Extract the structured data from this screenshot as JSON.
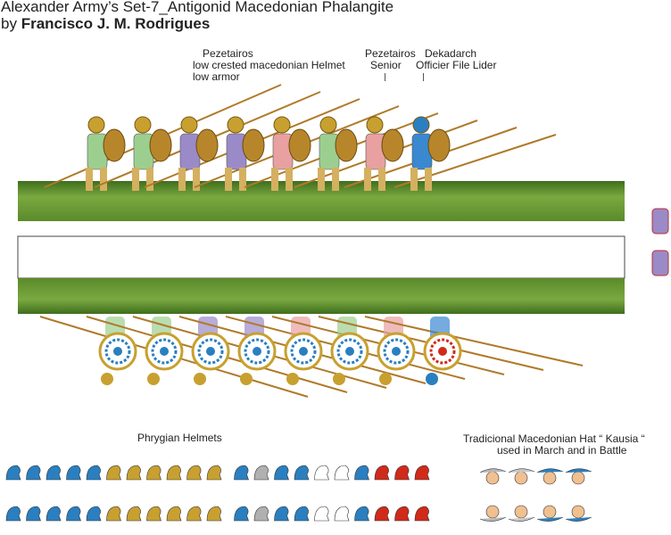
{
  "header": {
    "title": "Alexander Army’s Set-7_Antigonid Macedonian Phalangite",
    "by": "by",
    "author": "Francisco J. M. Rodrigues"
  },
  "labels": {
    "pezetairos_title": "Pezetairos",
    "pezetairos_desc1": "low crested macedonian Helmet",
    "pezetairos_desc2": "low armor",
    "senior_title": "Pezetairos",
    "senior_desc": "Senior",
    "dekadarch_title": "Dekadarch",
    "dekadarch_desc": "Officier File Lider",
    "phrygian": "Phrygian Helmets",
    "kausia_line1": "Tradicional  Macedonian Hat  “ Kausia “",
    "kausia_line2": "used in March and in Battle"
  },
  "colors": {
    "grass": "#6a9a36",
    "grass_dark": "#3f6e1d",
    "spear": "#b07a2a",
    "bronze": "#c8a030",
    "blue": "#2a7fc0",
    "red": "#d02a1a",
    "tunic_green": "#9ccf8f",
    "tunic_purple": "#9a8ac8",
    "tunic_pink": "#e8a0a0",
    "tunic_blue": "#3a88d0"
  }
}
